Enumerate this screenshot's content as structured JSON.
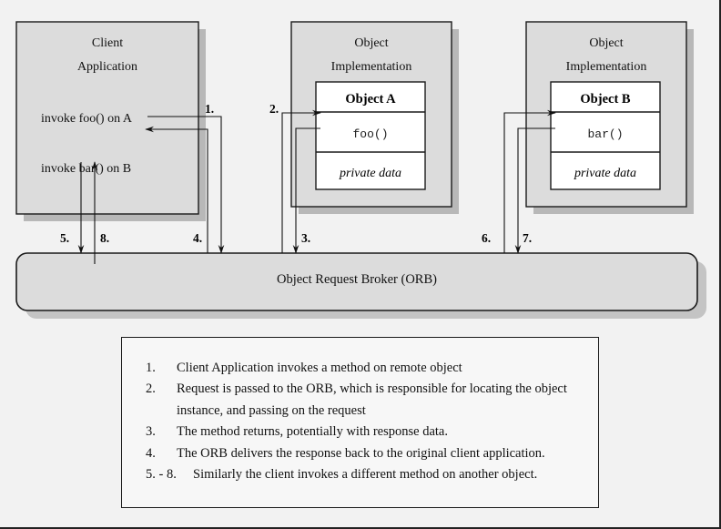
{
  "diagram": {
    "title": "CORBA Object Request Broker flow",
    "colors": {
      "background": "#f2f2f2",
      "box_fill": "#dcdcdc",
      "box_border": "#1a1a1a",
      "shadow": "#b8b8b8",
      "inner_fill": "#ffffff",
      "line": "#111111",
      "legend_fill": "#f7f7f7"
    },
    "client": {
      "title_line1": "Client",
      "title_line2": "Application",
      "invoke_a": "invoke foo() on A",
      "invoke_b": "invoke bar() on B"
    },
    "impl_a": {
      "title_line1": "Object",
      "title_line2": "Implementation",
      "object_name": "Object A",
      "method": "foo()",
      "data": "private data"
    },
    "impl_b": {
      "title_line1": "Object",
      "title_line2": "Implementation",
      "object_name": "Object B",
      "method": "bar()",
      "data": "private data"
    },
    "orb": {
      "label": "Object Request Broker (ORB)"
    },
    "steps": [
      {
        "id": "1",
        "label": "1."
      },
      {
        "id": "2",
        "label": "2."
      },
      {
        "id": "3",
        "label": "3."
      },
      {
        "id": "4",
        "label": "4."
      },
      {
        "id": "5",
        "label": "5."
      },
      {
        "id": "6",
        "label": "6."
      },
      {
        "id": "7",
        "label": "7."
      },
      {
        "id": "8",
        "label": "8."
      }
    ],
    "legend": {
      "items": [
        {
          "marker": "1.",
          "text": "Client Application invokes a method on remote object"
        },
        {
          "marker": "2.",
          "text": "Request is passed to the ORB, which is responsible for locating the object instance, and passing on the request"
        },
        {
          "marker": "3.",
          "text": "The method returns, potentially with response data."
        },
        {
          "marker": "4.",
          "text": "The ORB delivers the response back to the original client application."
        },
        {
          "marker": "5. - 8.",
          "text": "Similarly the client invokes a different method on another object."
        }
      ]
    }
  }
}
